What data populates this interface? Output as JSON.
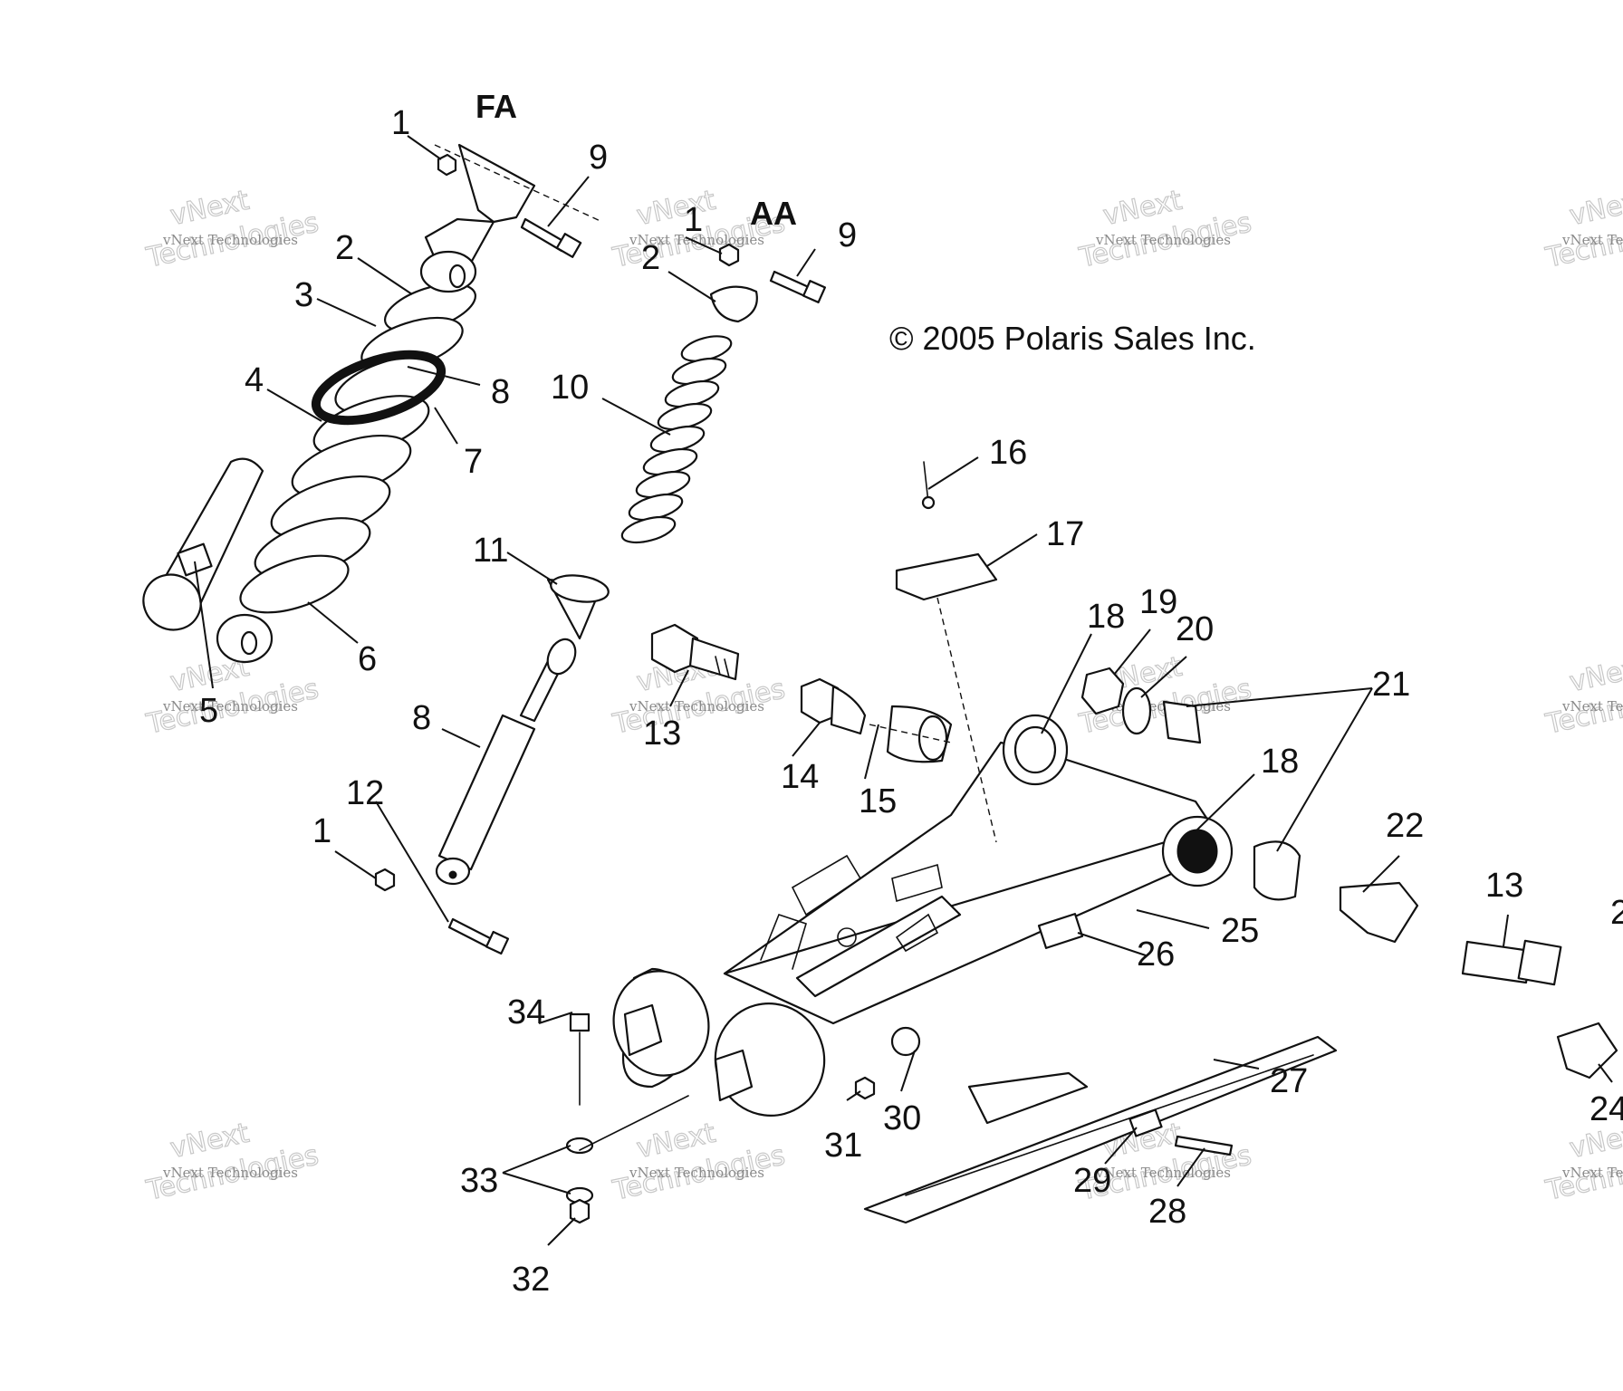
{
  "view_labels": [
    "FA",
    "AA"
  ],
  "copyright": "© 2005 Polaris Sales Inc.",
  "watermark": {
    "small": "vNext Technologies",
    "large": "Technologies",
    "top": "vNext"
  },
  "callouts": [
    "1",
    "9",
    "2",
    "3",
    "4",
    "8",
    "7",
    "5",
    "6",
    "1",
    "2",
    "9",
    "10",
    "11",
    "8",
    "12",
    "1",
    "13",
    "14",
    "15",
    "16",
    "17",
    "18",
    "19",
    "20",
    "21",
    "18",
    "22",
    "13",
    "25",
    "26",
    "27",
    "34",
    "33",
    "32",
    "31",
    "30",
    "29",
    "28",
    "24",
    "2"
  ]
}
